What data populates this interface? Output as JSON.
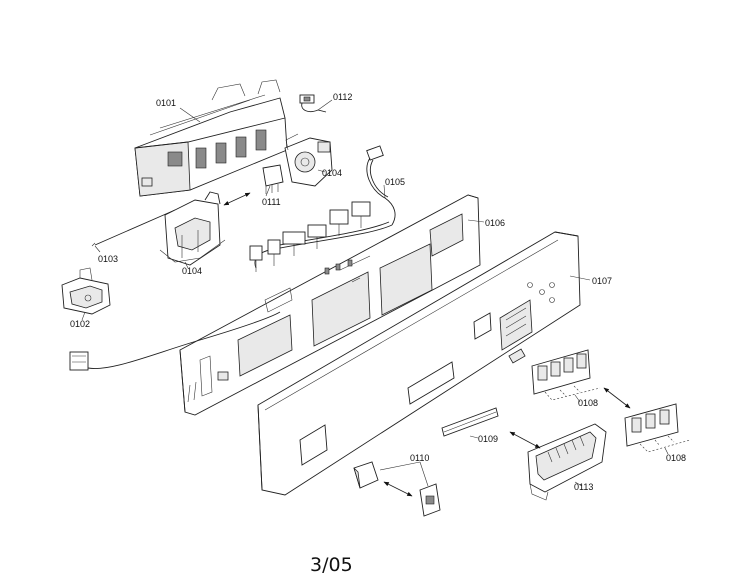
{
  "parts": {
    "p0101": "0101",
    "p0102": "0102",
    "p0103": "0103",
    "p0104a": "0104",
    "p0104b": "0104",
    "p0105": "0105",
    "p0106": "0106",
    "p0107": "0107",
    "p0108a": "0108",
    "p0108b": "0108",
    "p0109": "0109",
    "p0110": "0110",
    "p0111": "0111",
    "p0112": "0112",
    "p0113": "0113"
  },
  "page_number": "3/05"
}
